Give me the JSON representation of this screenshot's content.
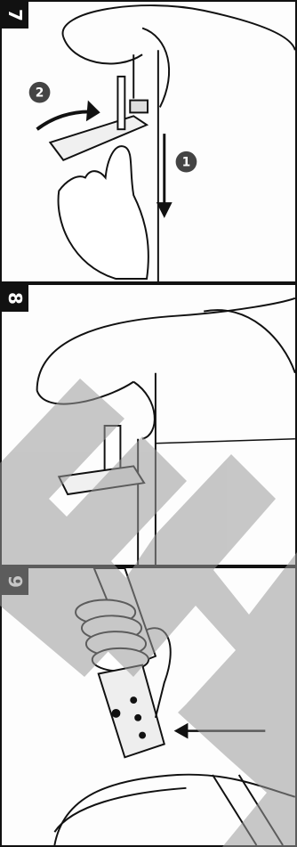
{
  "steps": [
    {
      "number": "7"
    },
    {
      "number": "8"
    },
    {
      "number": "9"
    }
  ],
  "step7_arrows": [
    {
      "number": "2"
    },
    {
      "number": "1"
    }
  ],
  "watermark": {
    "text": "FM"
  }
}
